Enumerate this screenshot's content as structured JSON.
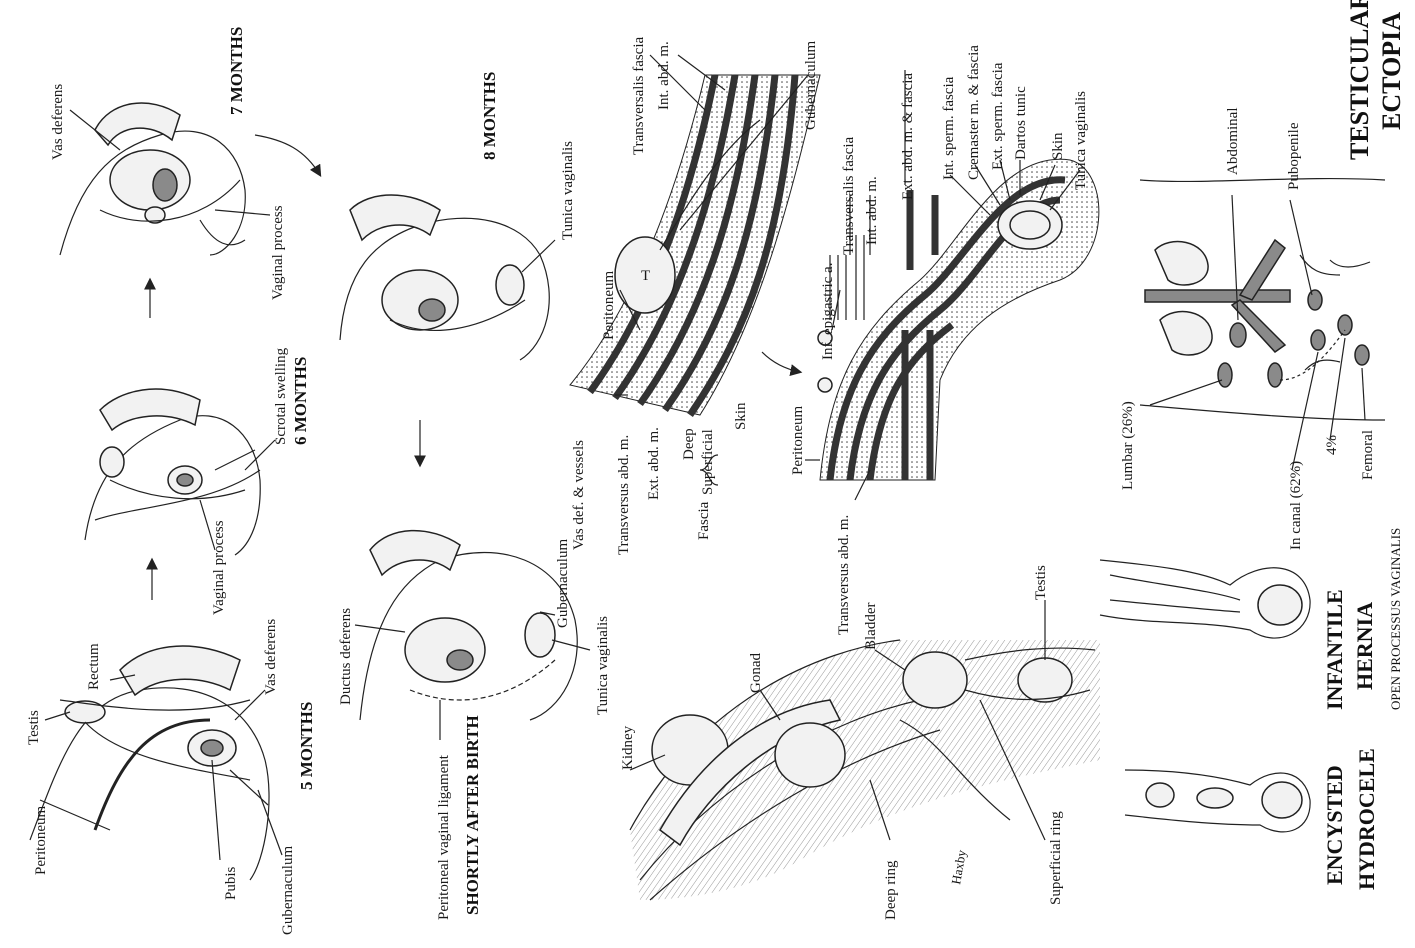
{
  "panels": {
    "m5": {
      "stage": "5 MONTHS",
      "labels": {
        "peritoneum": "Peritoneum",
        "testis": "Testis",
        "rectum": "Rectum",
        "vas_deferens": "Vas deferens",
        "pubis": "Pubis",
        "gubernaculum": "Gubernaculum"
      }
    },
    "m6": {
      "stage": "6 MONTHS",
      "labels": {
        "vaginal_process": "Vaginal process",
        "scrotal_swelling": "Scrotal swelling"
      }
    },
    "m7": {
      "stage": "7 MONTHS",
      "labels": {
        "vas_deferens": "Vas deferens",
        "vaginal_process": "Vaginal process"
      }
    },
    "m8": {
      "stage": "8 MONTHS",
      "labels": {
        "tunica_vaginalis": "Tunica vaginalis"
      }
    },
    "birth": {
      "stage": "SHORTLY AFTER BIRTH",
      "labels": {
        "ductus_deferens": "Ductus deferens",
        "gubernaculum": "Gubernaculum",
        "tunica_vaginalis": "Tunica vaginalis",
        "peritoneal_vaginal_ligament": "Peritoneal vaginal ligament"
      }
    },
    "canal": {
      "labels": {
        "peritoneum": "Peritoneum",
        "transversalis_fascia": "Transversalis fascia",
        "int_abd_m": "Int. abd. m.",
        "gubernaculum": "Gubernaculum",
        "vas_def_vessels": "Vas def. & vessels",
        "transversus_abd_m": "Transversus abd. m.",
        "ext_abd_m": "Ext. abd. m.",
        "fascia": "Fascia",
        "deep": "Deep",
        "superficial": "Superficial",
        "skin": "Skin",
        "testis_letter": "T"
      }
    },
    "scrotum": {
      "labels": {
        "ext_abd_m_fascia": "Ext. abd. m. & fascia",
        "transversalis_fascia": "Transversalis fascia",
        "int_abd_m": "Int. abd. m.",
        "inf_epigastric": "Inf. epigastric a.",
        "int_sperm_fascia": "Int. sperm. fascia",
        "cremaster": "Cremaster m. & fascia",
        "ext_sperm_fascia": "Ext. sperm. fascia",
        "dartos": "Dartos tunic",
        "skin": "Skin",
        "tunica_vaginalis": "Tunica vaginalis",
        "peritoneum": "Peritoneum",
        "transversus_abd_m": "Transversus abd. m."
      }
    },
    "descent": {
      "labels": {
        "kidney": "Kidney",
        "gonad": "Gonad",
        "bladder": "Bladder",
        "testis": "Testis",
        "deep_ring": "Deep ring",
        "superficial_ring": "Superficial ring",
        "signature": "Haxby"
      }
    },
    "ectopia": {
      "title_line1": "TESTICULAR",
      "title_line2": "ECTOPIA",
      "labels": {
        "abdominal": "Abdominal",
        "pubopenile": "Pubopenile",
        "lumbar": "Lumbar (26%)",
        "in_canal": "In canal (62%)",
        "pct4": "4%",
        "femoral": "Femoral"
      }
    },
    "hernia": {
      "title_line1": "INFANTILE",
      "title_line2": "HERNIA",
      "subtitle": "OPEN PROCESSUS VAGINALIS"
    },
    "hydrocele": {
      "title_line1": "ENCYSTED",
      "title_line2": "HYDROCELE"
    }
  }
}
